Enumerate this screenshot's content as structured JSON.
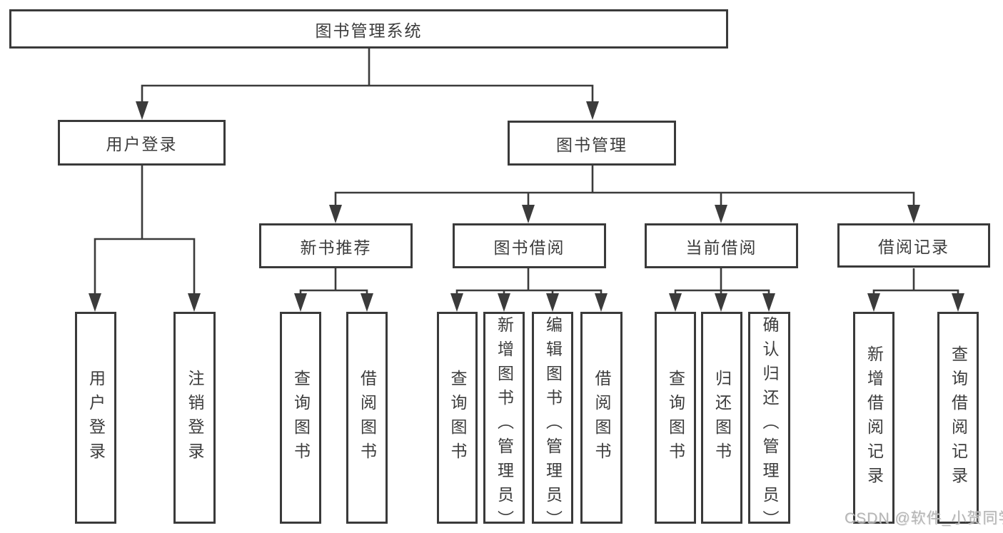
{
  "diagram": {
    "root": {
      "label": "图书管理系统"
    },
    "level2": [
      {
        "label": "用户登录"
      },
      {
        "label": "图书管理"
      }
    ],
    "level3": [
      {
        "label": "新书推荐"
      },
      {
        "label": "图书借阅"
      },
      {
        "label": "当前借阅"
      },
      {
        "label": "借阅记录"
      }
    ],
    "leaves": [
      {
        "label": "用户登录"
      },
      {
        "label": "注销登录"
      },
      {
        "label": "查询图书"
      },
      {
        "label": "借阅图书"
      },
      {
        "label": "查询图书"
      },
      {
        "label": "新增图书（管理员）"
      },
      {
        "label": "编辑图书（管理员）"
      },
      {
        "label": "借阅图书"
      },
      {
        "label": "查询图书"
      },
      {
        "label": "归还图书"
      },
      {
        "label": "确认归还（管理员）"
      },
      {
        "label": "新增借阅记录"
      },
      {
        "label": "查询借阅记录"
      }
    ]
  },
  "watermark": {
    "text": "CSDN @软件_小贺同学"
  },
  "colors": {
    "line": "#3b3b3b",
    "border": "#3a3a3a",
    "text": "#3c3c3c",
    "watermark": "#b5b5b5",
    "bg": "#ffffff"
  }
}
